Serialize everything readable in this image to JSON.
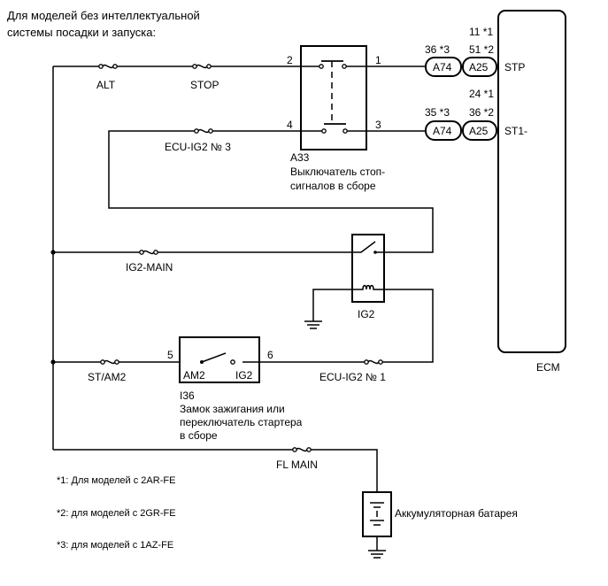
{
  "header": {
    "line1": "Для моделей без интеллектуальной",
    "line2": "системы посадки и запуска:"
  },
  "fuses": {
    "alt": "ALT",
    "stop": "STOP",
    "ecu_ig2_3": "ECU-IG2 № 3",
    "ig2_main": "IG2-MAIN",
    "st_am2": "ST/AM2",
    "ecu_ig2_1": "ECU-IG2 № 1",
    "fl_main": "FL MAIN"
  },
  "stop_switch": {
    "code": "A33",
    "name_line1": "Выключатель стоп-",
    "name_line2": "сигналов в сборе",
    "pins": {
      "p1": "1",
      "p2": "2",
      "p3": "3",
      "p4": "4"
    }
  },
  "ecm": {
    "label": "ECM",
    "stp": {
      "label": "STP",
      "conn_a74": "A74",
      "conn_a25": "A25",
      "pin_a74": "36 *3",
      "pin_a25": "51 *2",
      "pin_top": "11 *1"
    },
    "st1": {
      "label": "ST1-",
      "conn_a74": "A74",
      "conn_a25": "A25",
      "pin_a74": "35 *3",
      "pin_a25": "36 *2",
      "pin_top": "24 *1"
    }
  },
  "relay": {
    "label": "IG2"
  },
  "ignition": {
    "code": "I36",
    "name_line1": "Замок зажигания или",
    "name_line2": "переключатель стартера",
    "name_line3": "в сборе",
    "am2": "AM2",
    "ig2": "IG2",
    "pin5": "5",
    "pin6": "6"
  },
  "battery": {
    "label": "Аккумуляторная батарея"
  },
  "notes": {
    "n1": "*1: Для моделей с 2AR-FE",
    "n2": "*2: для моделей с 2GR-FE",
    "n3": "*3: для моделей с 1AZ-FE"
  }
}
